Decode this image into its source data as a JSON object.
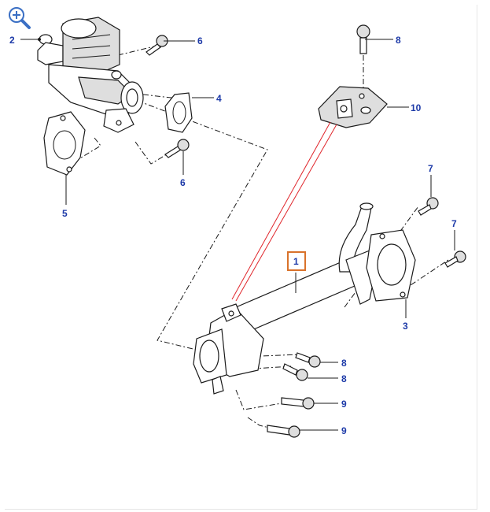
{
  "callouts": [
    {
      "id": "c2",
      "text": "2"
    },
    {
      "id": "c6a",
      "text": "6"
    },
    {
      "id": "c4",
      "text": "4"
    },
    {
      "id": "c6b",
      "text": "6"
    },
    {
      "id": "c5",
      "text": "5"
    },
    {
      "id": "c8a",
      "text": "8"
    },
    {
      "id": "c10",
      "text": "10"
    },
    {
      "id": "c7a",
      "text": "7"
    },
    {
      "id": "c7b",
      "text": "7"
    },
    {
      "id": "c1",
      "text": "1"
    },
    {
      "id": "c3",
      "text": "3"
    },
    {
      "id": "c8b",
      "text": "8"
    },
    {
      "id": "c8c",
      "text": "8"
    },
    {
      "id": "c9a",
      "text": "9"
    },
    {
      "id": "c9b",
      "text": "9"
    }
  ],
  "colors": {
    "label": "#1d3aa8",
    "highlight_box": "#d9722b",
    "leader_red": "#e0252b",
    "zoom_icon": "#3a6fc4"
  },
  "icons": {
    "zoom": "zoom-in-magnifier-icon"
  }
}
